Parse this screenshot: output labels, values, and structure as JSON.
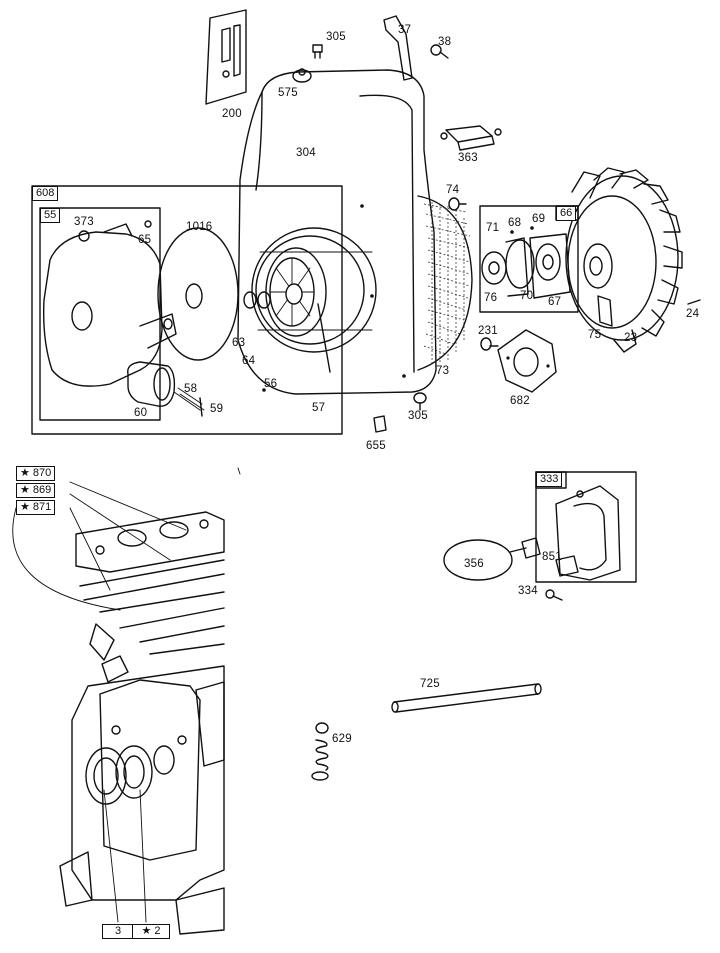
{
  "diagram": {
    "callouts": [
      "37",
      "305",
      "38",
      "575",
      "200",
      "304",
      "363",
      "74",
      "608",
      "55",
      "373",
      "65",
      "1016",
      "66",
      "68",
      "69",
      "71",
      "76",
      "70",
      "67",
      "24",
      "75",
      "23",
      "231",
      "63",
      "64",
      "56",
      "57",
      "73",
      "58",
      "59",
      "60",
      "682",
      "305",
      "655",
      "870",
      "869",
      "871",
      "333",
      "851",
      "356",
      "334",
      "725",
      "629",
      "3",
      "2"
    ]
  }
}
